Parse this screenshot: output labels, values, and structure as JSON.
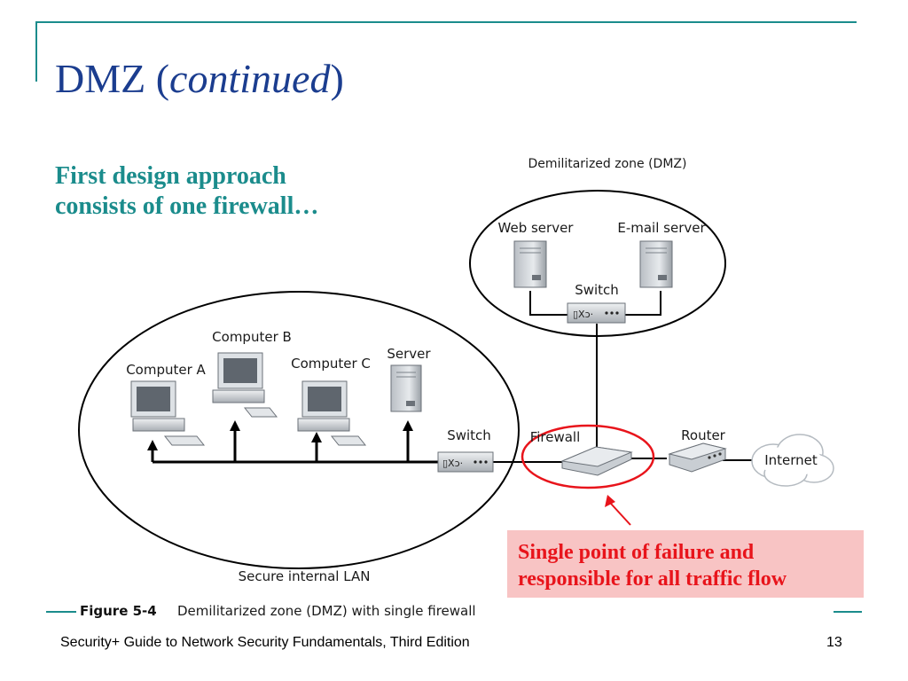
{
  "slide": {
    "title_main": "DMZ (",
    "title_italic": "continued",
    "title_end": ")",
    "subtitle_line1": "First design approach",
    "subtitle_line2": "consists of one firewall…",
    "footer_text": "Security+ Guide to Network Security Fundamentals, Third Edition",
    "page_number": "13"
  },
  "diagram": {
    "dmz_label": "Demilitarized zone (DMZ)",
    "web_server_label": "Web server",
    "email_server_label": "E-mail server",
    "dmz_switch_label": "Switch",
    "computer_a_label": "Computer A",
    "computer_b_label": "Computer B",
    "computer_c_label": "Computer C",
    "server_label": "Server",
    "lan_switch_label": "Switch",
    "firewall_label": "Firewall",
    "router_label": "Router",
    "internet_label": "Internet",
    "lan_label": "Secure internal LAN",
    "figure_number": "Figure 5-4",
    "figure_caption": "Demilitarized zone (DMZ) with single firewall"
  },
  "callout": {
    "line1": "Single point of failure and",
    "line2": "responsible for all traffic flow"
  },
  "colors": {
    "accent": "#1b8c8c",
    "title": "#1b3d8f",
    "callout_bg": "#f8c4c4",
    "callout_text": "#e8141b",
    "highlight_ring": "#e8141b"
  }
}
